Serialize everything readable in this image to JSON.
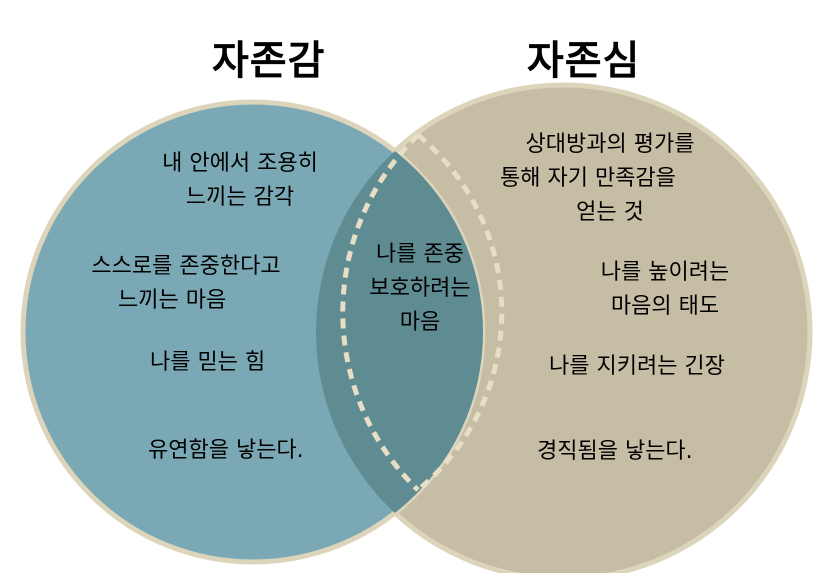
{
  "titles": {
    "left": "자존감",
    "right": "자존심"
  },
  "left_circle": {
    "color": "#7aa9b5",
    "items": [
      [
        "내 안에서 조용히",
        "느끼는 감각"
      ],
      [
        "스스로를 존중한다고",
        "느끼는 마음"
      ],
      [
        "나를 믿는 힘"
      ],
      [
        "유연함을 낳는다."
      ]
    ]
  },
  "right_circle": {
    "color": "#c5bda4",
    "items": [
      [
        "상대방과의 평가를",
        "통해  자기 만족감을",
        "얻는 것"
      ],
      [
        "나를 높이려는",
        "마음의 태도"
      ],
      [
        "나를 지키려는 긴장"
      ],
      [
        "경직됨을 낳는다."
      ]
    ]
  },
  "overlap": {
    "color": "#5f8b92",
    "items": [
      [
        "나를 존중",
        "보호하려는",
        "마음"
      ]
    ]
  },
  "border_color": "#dcd5bc"
}
